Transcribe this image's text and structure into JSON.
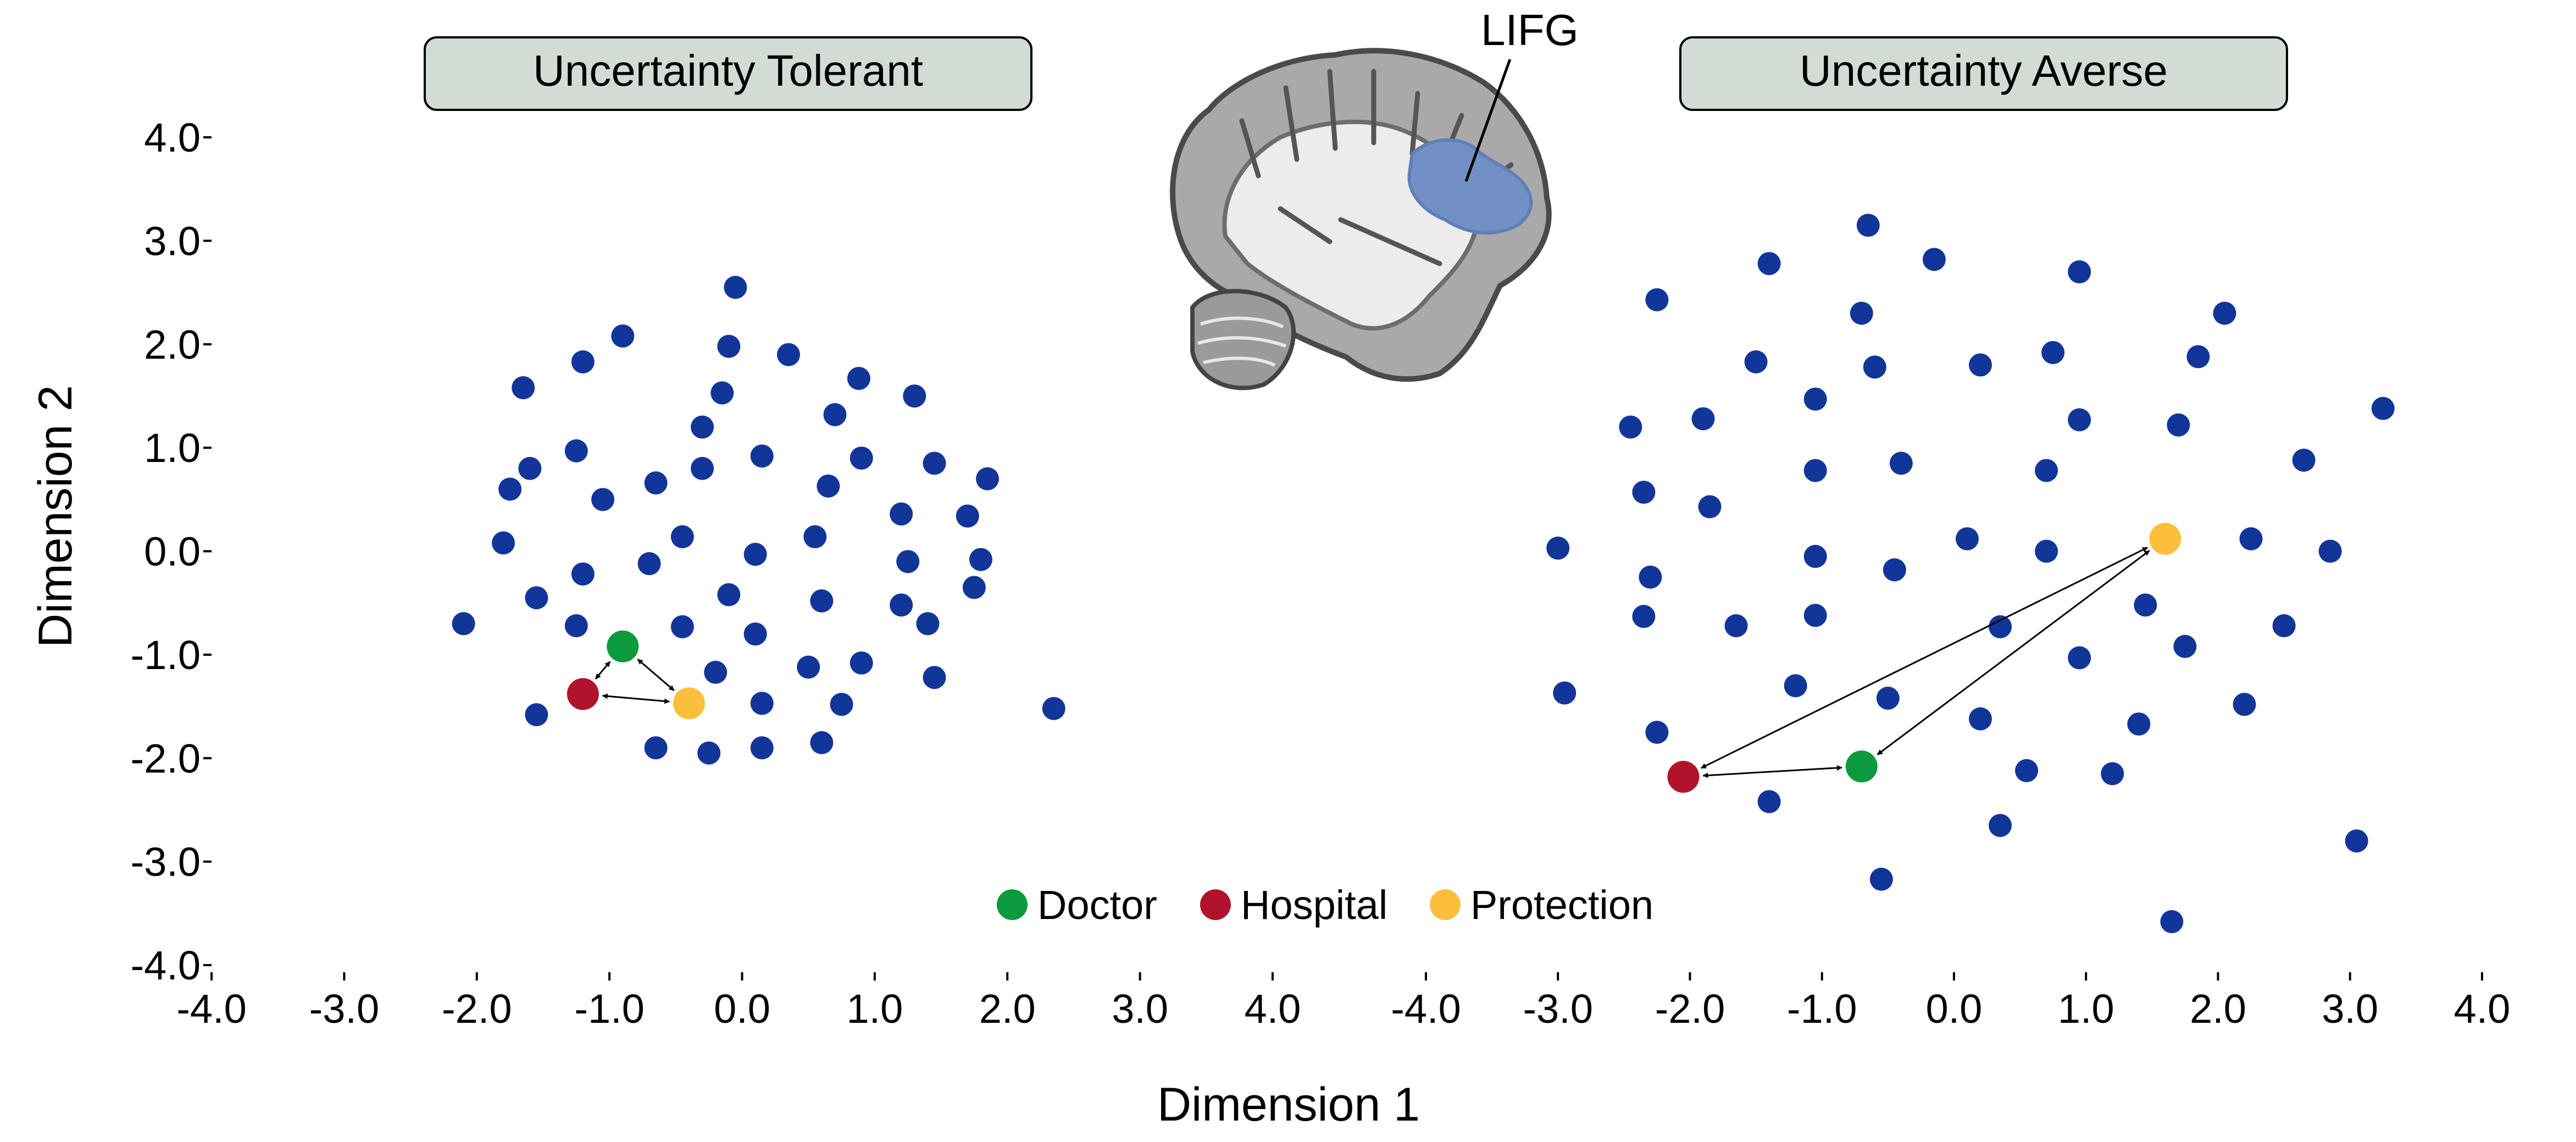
{
  "colors": {
    "point": "#12359a",
    "doctor": "#0b9a3c",
    "hospital": "#b0132b",
    "protection": "#fbbf3b",
    "title_box": "#d3dbd5"
  },
  "legend": [
    {
      "label": "Doctor",
      "color": "#0b9a3c"
    },
    {
      "label": "Hospital",
      "color": "#b0132b"
    },
    {
      "label": "Protection",
      "color": "#fbbf3b"
    }
  ],
  "brain": {
    "label": "LIFG",
    "roi_color": "#7390c4"
  },
  "chart_data": [
    {
      "type": "scatter",
      "title": "Uncertainty Tolerant",
      "xlabel": "Dimension 1",
      "ylabel": "Dimension 2",
      "xlim": [
        -4,
        4
      ],
      "ylim": [
        -4,
        4
      ],
      "xticks": [
        "-4.0",
        "-3.0",
        "-2.0",
        "-1.0",
        "0.0",
        "1.0",
        "2.0",
        "3.0",
        "4.0"
      ],
      "yticks": [
        "4.0",
        "3.0",
        "2.0",
        "1.0",
        "0.0",
        "-1.0",
        "-2.0",
        "-3.0",
        "-4.0"
      ],
      "points": [
        [
          -0.05,
          2.55
        ],
        [
          -0.9,
          2.08
        ],
        [
          -1.2,
          1.83
        ],
        [
          -0.1,
          1.98
        ],
        [
          0.35,
          1.9
        ],
        [
          -1.65,
          1.58
        ],
        [
          -0.15,
          1.53
        ],
        [
          0.88,
          1.67
        ],
        [
          1.3,
          1.5
        ],
        [
          0.7,
          1.32
        ],
        [
          -0.3,
          1.2
        ],
        [
          -1.25,
          0.97
        ],
        [
          0.15,
          0.92
        ],
        [
          0.9,
          0.9
        ],
        [
          1.45,
          0.85
        ],
        [
          -1.6,
          0.8
        ],
        [
          -0.3,
          0.8
        ],
        [
          -0.65,
          0.66
        ],
        [
          0.65,
          0.63
        ],
        [
          1.85,
          0.7
        ],
        [
          -1.75,
          0.6
        ],
        [
          -1.05,
          0.5
        ],
        [
          1.2,
          0.36
        ],
        [
          1.7,
          0.34
        ],
        [
          -0.45,
          0.14
        ],
        [
          0.55,
          0.14
        ],
        [
          -1.8,
          0.08
        ],
        [
          0.1,
          -0.03
        ],
        [
          -0.7,
          -0.12
        ],
        [
          1.25,
          -0.1
        ],
        [
          1.8,
          -0.08
        ],
        [
          -1.2,
          -0.22
        ],
        [
          -0.1,
          -0.42
        ],
        [
          1.75,
          -0.35
        ],
        [
          -1.55,
          -0.45
        ],
        [
          0.6,
          -0.48
        ],
        [
          1.2,
          -0.52
        ],
        [
          -2.1,
          -0.7
        ],
        [
          -1.25,
          -0.72
        ],
        [
          -0.45,
          -0.73
        ],
        [
          1.4,
          -0.7
        ],
        [
          0.1,
          -0.8
        ],
        [
          -0.2,
          -1.17
        ],
        [
          0.5,
          -1.12
        ],
        [
          0.9,
          -1.08
        ],
        [
          1.45,
          -1.22
        ],
        [
          0.15,
          -1.47
        ],
        [
          0.75,
          -1.48
        ],
        [
          -1.55,
          -1.58
        ],
        [
          -0.65,
          -1.9
        ],
        [
          -0.25,
          -1.95
        ],
        [
          0.15,
          -1.9
        ],
        [
          0.6,
          -1.85
        ],
        [
          2.35,
          -1.52
        ]
      ],
      "highlight": {
        "doctor": [
          -0.9,
          -0.92
        ],
        "hospital": [
          -1.2,
          -1.38
        ],
        "protection": [
          -0.4,
          -1.47
        ]
      }
    },
    {
      "type": "scatter",
      "title": "Uncertainty Averse",
      "xlabel": "Dimension 1",
      "ylabel": "Dimension 2",
      "xlim": [
        -4,
        4
      ],
      "ylim": [
        -4,
        4
      ],
      "xticks": [
        "-4.0",
        "-3.0",
        "-2.0",
        "-1.0",
        "0.0",
        "1.0",
        "2.0",
        "3.0",
        "4.0"
      ],
      "points": [
        [
          -0.65,
          3.15
        ],
        [
          -1.4,
          2.78
        ],
        [
          -0.15,
          2.82
        ],
        [
          0.95,
          2.7
        ],
        [
          -2.25,
          2.43
        ],
        [
          -0.7,
          2.3
        ],
        [
          2.05,
          2.3
        ],
        [
          -1.5,
          1.83
        ],
        [
          -0.6,
          1.78
        ],
        [
          0.2,
          1.8
        ],
        [
          0.75,
          1.92
        ],
        [
          1.85,
          1.88
        ],
        [
          -1.05,
          1.47
        ],
        [
          3.25,
          1.38
        ],
        [
          -2.45,
          1.2
        ],
        [
          -1.9,
          1.28
        ],
        [
          0.95,
          1.27
        ],
        [
          1.7,
          1.22
        ],
        [
          -0.4,
          0.85
        ],
        [
          -1.05,
          0.78
        ],
        [
          0.7,
          0.78
        ],
        [
          2.65,
          0.88
        ],
        [
          -2.35,
          0.57
        ],
        [
          -1.85,
          0.43
        ],
        [
          0.1,
          0.12
        ],
        [
          0.7,
          0.0
        ],
        [
          2.25,
          0.12
        ],
        [
          2.85,
          0.0
        ],
        [
          -3.0,
          0.03
        ],
        [
          -1.05,
          -0.05
        ],
        [
          -0.45,
          -0.18
        ],
        [
          -2.3,
          -0.25
        ],
        [
          1.45,
          -0.52
        ],
        [
          -2.35,
          -0.63
        ],
        [
          -1.65,
          -0.72
        ],
        [
          -1.05,
          -0.62
        ],
        [
          0.35,
          -0.73
        ],
        [
          2.5,
          -0.72
        ],
        [
          1.75,
          -0.92
        ],
        [
          0.95,
          -1.03
        ],
        [
          -1.2,
          -1.3
        ],
        [
          -2.95,
          -1.37
        ],
        [
          -0.5,
          -1.42
        ],
        [
          2.2,
          -1.48
        ],
        [
          0.2,
          -1.62
        ],
        [
          1.4,
          -1.67
        ],
        [
          -2.25,
          -1.75
        ],
        [
          0.55,
          -2.12
        ],
        [
          1.2,
          -2.15
        ],
        [
          -1.4,
          -2.42
        ],
        [
          0.35,
          -2.65
        ],
        [
          3.05,
          -2.8
        ],
        [
          -0.55,
          -3.17
        ],
        [
          1.65,
          -3.58
        ]
      ],
      "highlight": {
        "doctor": [
          -0.7,
          -2.08
        ],
        "hospital": [
          -2.05,
          -2.18
        ],
        "protection": [
          1.6,
          0.12
        ]
      }
    }
  ]
}
